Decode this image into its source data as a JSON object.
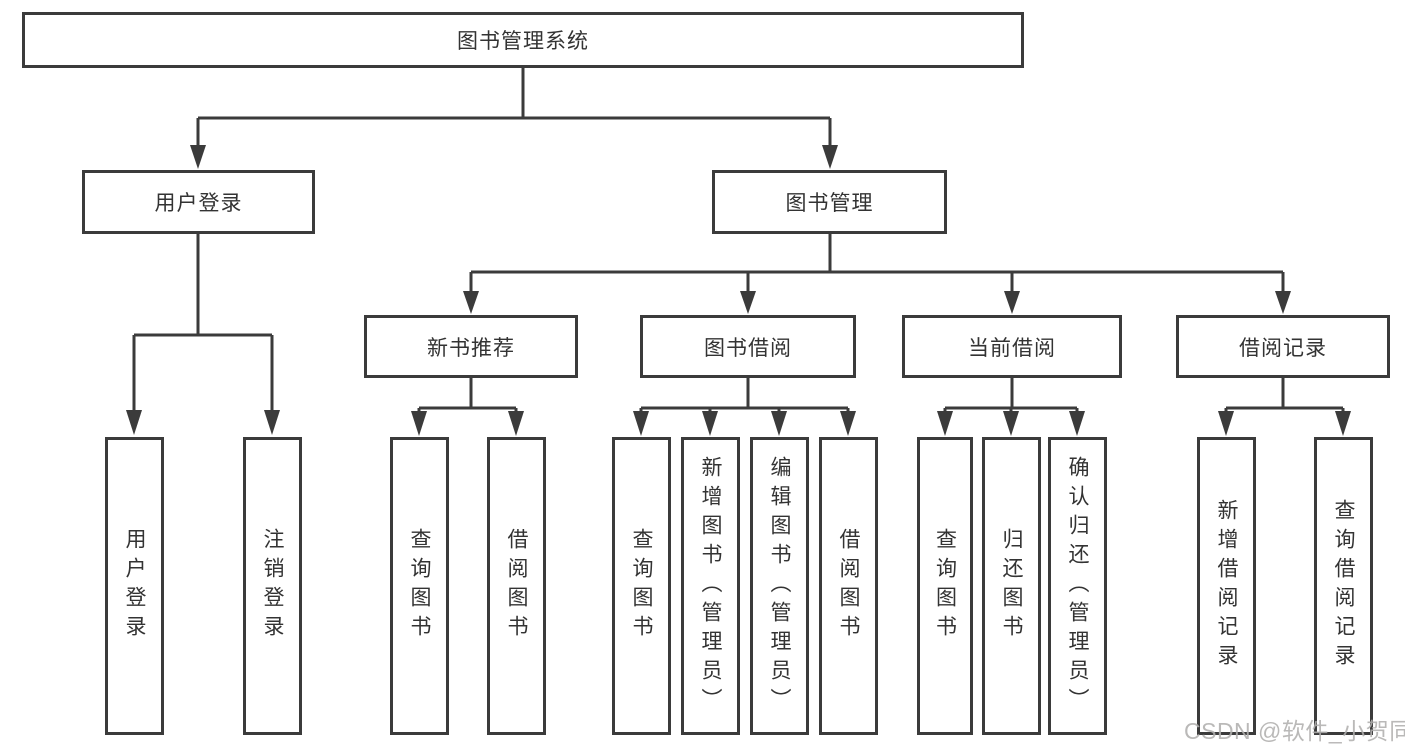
{
  "diagram": {
    "root": "图书管理系统",
    "level2": {
      "login": "用户登录",
      "management": "图书管理"
    },
    "level3": {
      "recommend": "新书推荐",
      "borrow": "图书借阅",
      "current": "当前借阅",
      "records": "借阅记录"
    },
    "leaves": {
      "login_user": "用户登录",
      "login_logout": "注销登录",
      "recommend_query": "查询图书",
      "recommend_borrow": "借阅图书",
      "borrow_query": "查询图书",
      "borrow_add": "新增图书（管理员）",
      "borrow_edit": "编辑图书（管理员）",
      "borrow_lend": "借阅图书",
      "current_query": "查询图书",
      "current_return": "归还图书",
      "current_confirm": "确认归还（管理员）",
      "records_add": "新增借阅记录",
      "records_query": "查询借阅记录"
    },
    "colors": {
      "line": "#3b3b3b",
      "text": "#333333",
      "background": "#ffffff",
      "watermark": "#b1b0af"
    }
  },
  "watermark": "CSDN @软件_小贺同学"
}
